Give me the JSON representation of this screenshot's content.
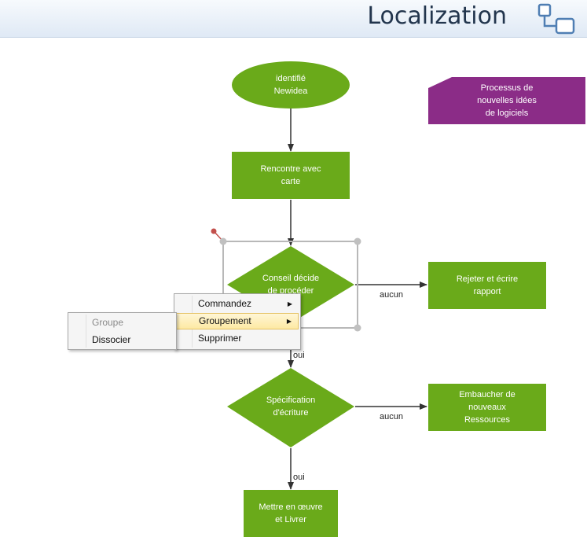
{
  "header": {
    "title": "Localization",
    "icon": "connector-diagram-icon"
  },
  "nodes": {
    "start": "identifié\nNewidea",
    "note": "Processus de\nnouvelles idées\nde logiciels",
    "meeting": "Rencontre avec\ncarte",
    "decision1": "Conseil décide\nde procéder",
    "reject": "Rejeter et écrire\nrapport",
    "decision2": "Spécification\nd'écriture",
    "hire": "Embaucher de\nnouveaux\nRessources",
    "deliver": "Mettre en œuvre\net Livrer"
  },
  "edges": {
    "no1": "aucun",
    "yes1": "oui",
    "no2": "aucun",
    "yes2": "oui"
  },
  "context_menu": {
    "items": [
      "Commandez",
      "Groupement",
      "Supprimer"
    ],
    "highlighted": "Groupement"
  },
  "submenu": {
    "items": [
      "Groupe",
      "Dissocier"
    ],
    "disabled": "Groupe"
  },
  "colors": {
    "green": "#6aaa1a",
    "purple": "#8b2c87",
    "header_text": "#22354d"
  }
}
